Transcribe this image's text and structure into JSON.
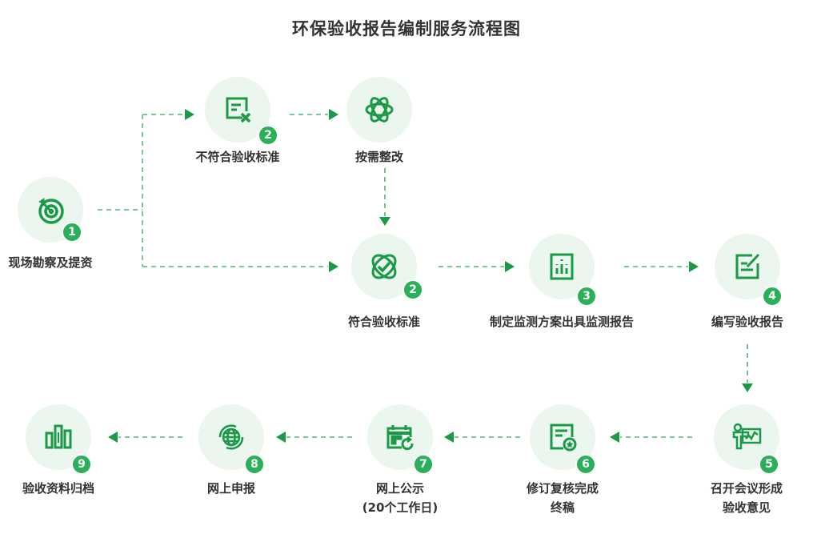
{
  "title": "环保验收报告编制服务流程图",
  "colors": {
    "primary": "#1a9a46",
    "badge": "#2bb05a",
    "circle_bg": "#eaf6ee",
    "line": "#7cc796"
  },
  "steps": {
    "s1": {
      "number": "1",
      "label": "现场勘察及提资",
      "icon": "target-icon"
    },
    "s2a": {
      "number": "2",
      "label": "不符合验收标准",
      "icon": "document-x-icon"
    },
    "fix": {
      "label": "按需整改",
      "icon": "atom-icon"
    },
    "s2b": {
      "number": "2",
      "label": "符合验收标准",
      "icon": "check-orbit-icon"
    },
    "s3": {
      "number": "3",
      "label": "制定监测方案出具监测报告",
      "icon": "bar-chart-icon"
    },
    "s4": {
      "number": "4",
      "label": "编写验收报告",
      "icon": "edit-icon"
    },
    "s5": {
      "number": "5",
      "label_line1": "召开会议形成",
      "label_line2": "验收意见",
      "icon": "presenter-icon"
    },
    "s6": {
      "number": "6",
      "label_line1": "修订复核完成",
      "label_line2": "终稿",
      "icon": "document-star-icon"
    },
    "s7": {
      "number": "7",
      "label_line1": "网上公示",
      "label_line2": "(20个工作日)",
      "icon": "calendar-refresh-icon"
    },
    "s8": {
      "number": "8",
      "label": "网上申报",
      "icon": "globe-icon"
    },
    "s9": {
      "number": "9",
      "label": "验收资料归档",
      "icon": "archive-icon"
    }
  }
}
